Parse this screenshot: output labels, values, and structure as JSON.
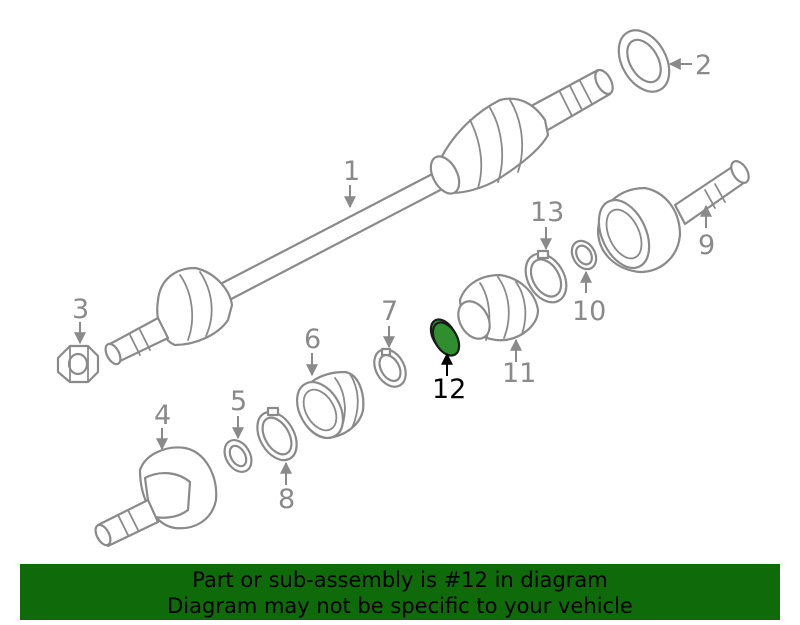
{
  "callouts": {
    "c1": "1",
    "c2": "2",
    "c3": "3",
    "c4": "4",
    "c5": "5",
    "c6": "6",
    "c7": "7",
    "c8": "8",
    "c9": "9",
    "c10": "10",
    "c11": "11",
    "c12": "12",
    "c13": "13"
  },
  "highlight": {
    "part": "12",
    "color": "#2f8f2f"
  },
  "banner": {
    "line1": "Part or sub-assembly is #12 in diagram",
    "line2": "Diagram may not be specific to your vehicle",
    "color": "#0f6a0a"
  }
}
